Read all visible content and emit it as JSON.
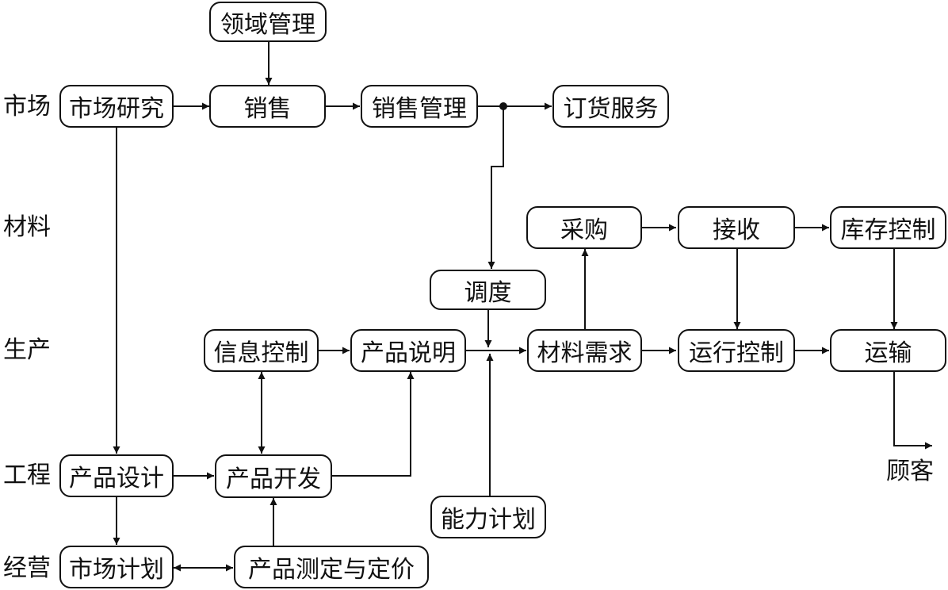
{
  "rows": [
    {
      "id": "market",
      "label": "市场"
    },
    {
      "id": "material",
      "label": "材料"
    },
    {
      "id": "production",
      "label": "生产"
    },
    {
      "id": "engineering",
      "label": "工程"
    },
    {
      "id": "operation",
      "label": "经营"
    }
  ],
  "nodes": {
    "domain_mgmt": "领域管理",
    "market_research": "市场研究",
    "sales": "销售",
    "sales_mgmt": "销售管理",
    "order_service": "订货服务",
    "purchase": "采购",
    "receive": "接收",
    "inventory_control": "库存控制",
    "dispatch": "调度",
    "info_control": "信息控制",
    "product_spec": "产品说明",
    "material_demand": "材料需求",
    "run_control": "运行控制",
    "transport": "运输",
    "product_design": "产品设计",
    "product_dev": "产品开发",
    "capacity_plan": "能力计划",
    "market_plan": "市场计划",
    "product_test_pricing": "产品测定与定价"
  },
  "customer_label": "顾客",
  "colors": {
    "stroke": "#111111",
    "background": "#ffffff"
  }
}
